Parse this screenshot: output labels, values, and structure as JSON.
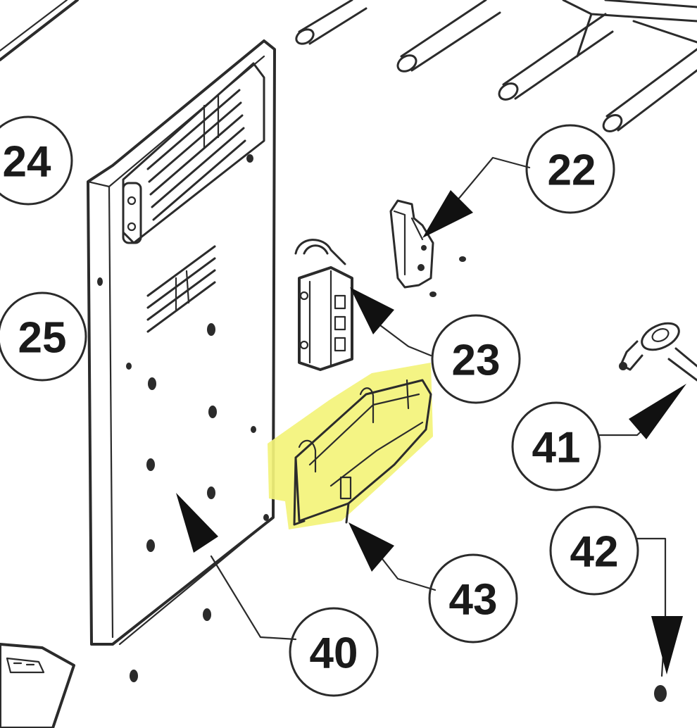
{
  "callouts": [
    {
      "id": "c24",
      "label": "24"
    },
    {
      "id": "c25",
      "label": "25"
    },
    {
      "id": "c22",
      "label": "22"
    },
    {
      "id": "c23",
      "label": "23"
    },
    {
      "id": "c41",
      "label": "41"
    },
    {
      "id": "c42",
      "label": "42"
    },
    {
      "id": "c43",
      "label": "43"
    },
    {
      "id": "c40",
      "label": "40"
    }
  ],
  "highlight": {
    "part": "43",
    "color": "#f3f37a"
  },
  "colors": {
    "line": "#2b2b2b",
    "arrow": "#111111",
    "background": "#ffffff"
  }
}
